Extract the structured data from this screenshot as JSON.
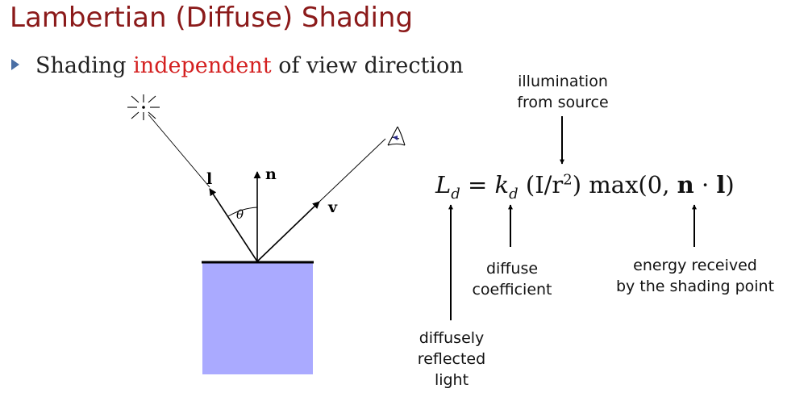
{
  "slide": {
    "title": "Lambertian (Diffuse) Shading",
    "bullet": {
      "before": "Shading ",
      "highlight": "independent",
      "after": " of view direction"
    }
  },
  "diagram": {
    "surface_color": "#aaaaff",
    "labels": {
      "light_vector": "l",
      "normal_vector": "n",
      "view_vector": "v",
      "angle": "θ"
    }
  },
  "equation": {
    "lhs": "L",
    "lhs_sub": "d",
    "equals": "=",
    "coef": "k",
    "coef_sub": "d",
    "intensity_open": "(I/r",
    "intensity_exp": "2",
    "intensity_close": ")",
    "max_open": "max(0,",
    "n": "n",
    "dot": "·",
    "l": "l",
    "max_close": ")"
  },
  "annotations": {
    "illumination_line1": "illumination",
    "illumination_line2": "from source",
    "diffuse_line1": "diffuse",
    "diffuse_line2": "coefficient",
    "energy_line1": "energy received",
    "energy_line2": "by the shading point",
    "reflected_line1": "diffusely",
    "reflected_line2": "reflected",
    "reflected_line3": "light"
  }
}
